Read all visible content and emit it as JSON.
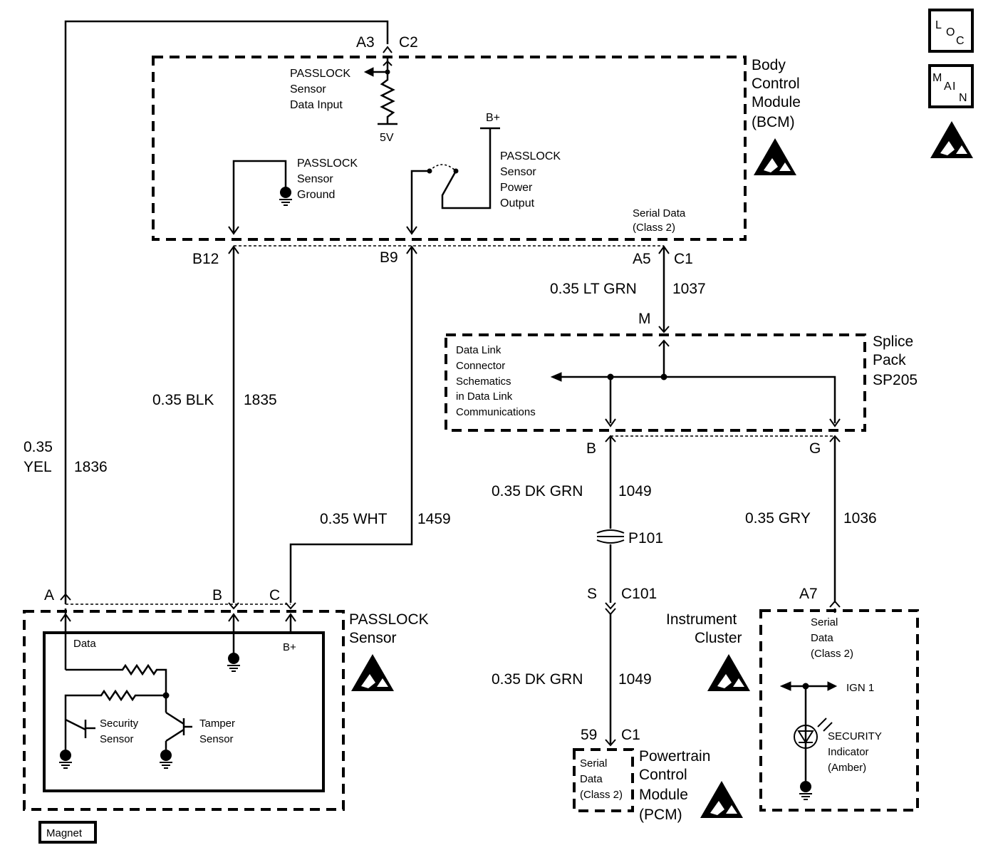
{
  "loc_icon": [
    "L",
    "O",
    "C"
  ],
  "main_icon": [
    "M",
    "A",
    "I",
    "N"
  ],
  "bcm": {
    "title_lines": [
      "Body",
      "Control",
      "Module",
      "(BCM)"
    ],
    "sensor_data_input_lines": [
      "PASSLOCK",
      "Sensor",
      "Data Input"
    ],
    "five_v": "5V",
    "sensor_ground_lines": [
      "PASSLOCK",
      "Sensor",
      "Ground"
    ],
    "b_plus": "B+",
    "sensor_power_output_lines": [
      "PASSLOCK",
      "Sensor",
      "Power",
      "Output"
    ],
    "serial_data_lines": [
      "Serial Data",
      "(Class 2)"
    ]
  },
  "connectors": {
    "a3": "A3",
    "c2": "C2",
    "b12": "B12",
    "b9": "B9",
    "a5": "A5",
    "c1_bcm": "C1",
    "m": "M",
    "b_splice": "B",
    "g_splice": "G",
    "a_sensor": "A",
    "b_sensor": "B",
    "c_sensor": "C",
    "s": "S",
    "c101": "C101",
    "a7": "A7",
    "pin59": "59",
    "c1_pcm": "C1",
    "p101": "P101"
  },
  "wires": {
    "yel_size": "0.35",
    "yel_color": "YEL",
    "yel_circuit": "1836",
    "blk": "0.35 BLK",
    "blk_circuit": "1835",
    "wht": "0.35 WHT",
    "wht_circuit": "1459",
    "ltgrn": "0.35 LT GRN",
    "ltgrn_circuit": "1037",
    "dkgrn_upper": "0.35 DK GRN",
    "dkgrn_upper_circuit": "1049",
    "dkgrn_lower": "0.35 DK GRN",
    "dkgrn_lower_circuit": "1049",
    "gry": "0.35 GRY",
    "gry_circuit": "1036"
  },
  "splice_pack": {
    "title_lines": [
      "Splice",
      "Pack",
      "SP205"
    ],
    "dlc_lines": [
      "Data Link",
      "Connector",
      "Schematics",
      "in Data Link",
      "Communications"
    ]
  },
  "passlock_sensor": {
    "title_lines": [
      "PASSLOCK",
      "Sensor"
    ],
    "data": "Data",
    "b_plus": "B+",
    "security_sensor_lines": [
      "Security",
      "Sensor"
    ],
    "tamper_sensor_lines": [
      "Tamper",
      "Sensor"
    ],
    "magnet": "Magnet"
  },
  "instrument_cluster": {
    "title_lines": [
      "Instrument",
      "Cluster"
    ],
    "serial_data_lines": [
      "Serial",
      "Data",
      "(Class 2)"
    ],
    "ign": "IGN 1",
    "indicator_lines": [
      "SECURITY",
      "Indicator",
      "(Amber)"
    ]
  },
  "pcm": {
    "title_lines": [
      "Powertrain",
      "Control",
      "Module",
      "(PCM)"
    ],
    "serial_data_lines": [
      "Serial",
      "Data",
      "(Class 2)"
    ]
  }
}
